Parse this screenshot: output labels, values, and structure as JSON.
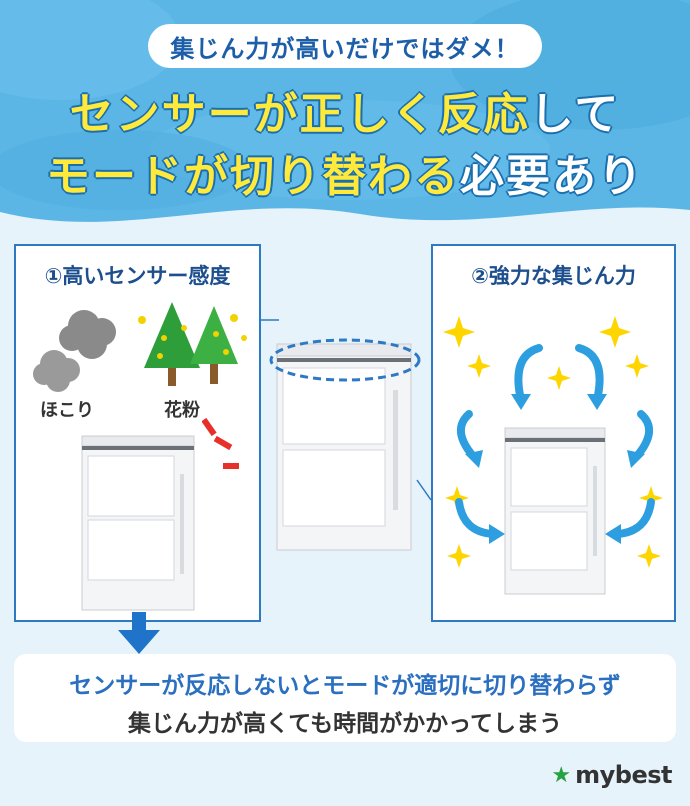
{
  "header": {
    "badge": "集じん力が高いだけではダメ！",
    "line1_yellow": "センサーが正しく反応",
    "line1_white": "して",
    "line2_yellow": "モードが切り替わる",
    "line2_white": "必要あり"
  },
  "left_panel": {
    "title": "①高いセンサー感度",
    "dust_label": "ほこり",
    "pollen_label": "花粉"
  },
  "right_panel": {
    "title": "②強力な集じん力"
  },
  "bottom": {
    "line1": "センサーが反応しないとモードが適切に切り替わらず",
    "line2": "集じん力が高くても時間がかかってしまう"
  },
  "logo": {
    "text": "mybest"
  },
  "colors": {
    "header_bg": "#5bb6e6",
    "headline_yellow": "#ffe93a",
    "panel_border": "#2d79c4",
    "arrow_blue": "#2d9fe0",
    "sparkle_yellow": "#ffd500",
    "logo_green": "#27a243"
  }
}
